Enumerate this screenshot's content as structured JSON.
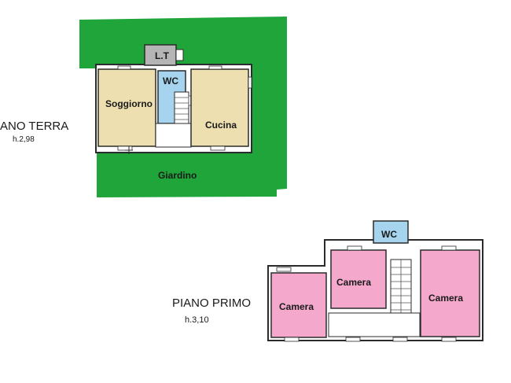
{
  "ground_floor": {
    "title": "ANO TERRA",
    "height": "h.2,98",
    "rooms": {
      "lt": "L.T",
      "wc": "WC",
      "soggiorno": "Soggiorno",
      "cucina": "Cucina",
      "giardino": "Giardino"
    }
  },
  "first_floor": {
    "title": "PIANO PRIMO",
    "height": "h.3,10",
    "rooms": {
      "wc": "WC",
      "camera_left": "Camera",
      "camera_center": "Camera",
      "camera_right": "Camera"
    }
  },
  "colors": {
    "garden": "#1fa53a",
    "living": "#eddfb0",
    "wc": "#a6d4ee",
    "storage": "#b5b5b5",
    "bedroom": "#f4a8cc",
    "wall": "#2b2b2b"
  }
}
